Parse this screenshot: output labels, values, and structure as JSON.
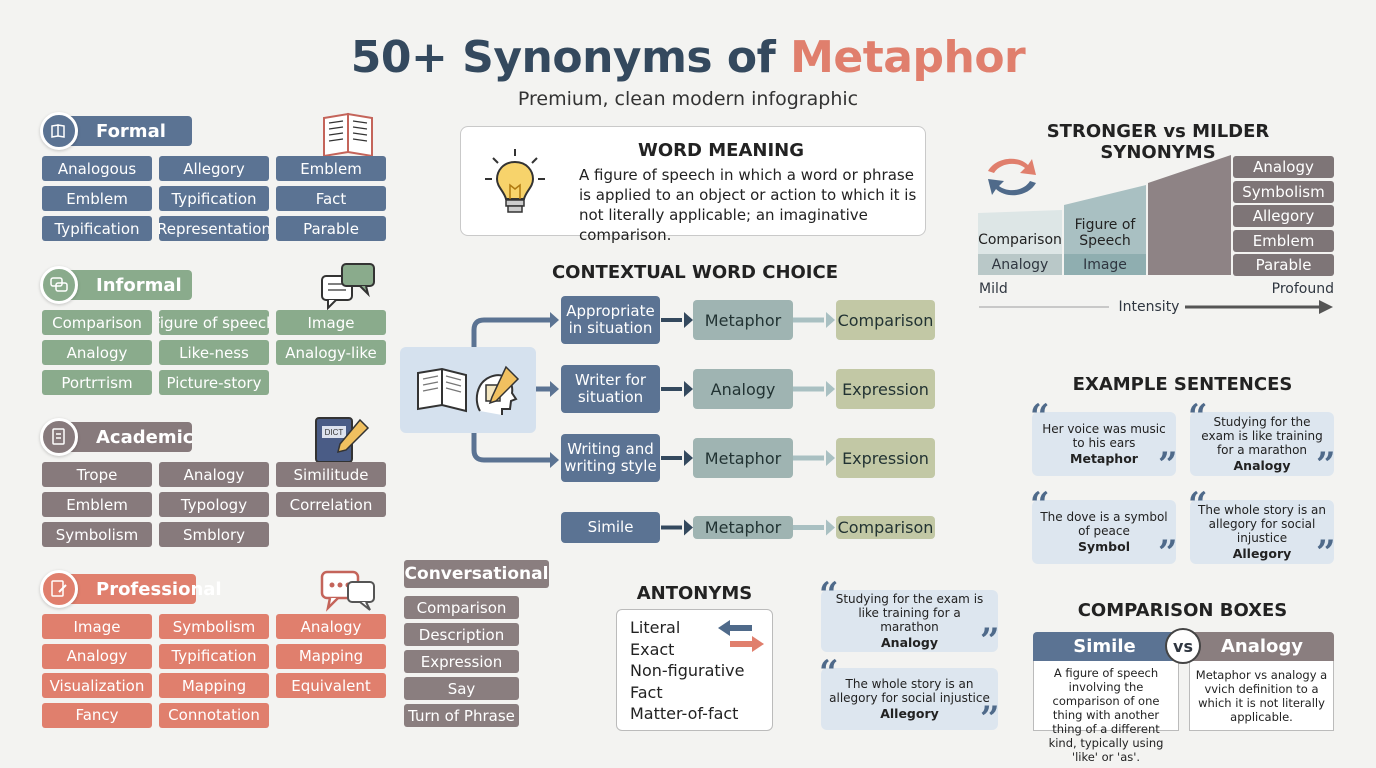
{
  "title": {
    "main": "50+ Synonyms of",
    "accent": "Metaphor"
  },
  "subtitle": "Premium, clean modern infographic",
  "categories": [
    {
      "name": "Formal",
      "color": "#5b7393",
      "icon": "book-icon",
      "big_icon": "open-book-icon",
      "items": [
        "Analogous",
        "Allegory",
        "Emblem",
        "Emblem",
        "Typification",
        "Fact",
        "Typification",
        "Representation",
        "Parable"
      ]
    },
    {
      "name": "Informal",
      "color": "#8aab8c",
      "icon": "chat-bubbles-icon",
      "big_icon": "speech-bubbles-icon",
      "items": [
        "Comparison",
        "Figure of speech",
        "Image",
        "Analogy",
        "Like-ness",
        "Analogy-like",
        "Portrтism",
        "Picture-story"
      ]
    },
    {
      "name": "Academic",
      "color": "#877a7c",
      "icon": "document-icon",
      "big_icon": "dictionary-icon",
      "big_icon_text": "DICT",
      "items": [
        "Trope",
        "Analogy",
        "Similitude",
        "Emblem",
        "Typology",
        "Correlation",
        "Symbolism",
        "Smblory"
      ]
    },
    {
      "name": "Professional",
      "color": "#e07f6d",
      "icon": "notes-icon",
      "big_icon": "chat-ellipsis-icon",
      "items": [
        "Image",
        "Symbolism",
        "Analogy",
        "Analogy",
        "Typification",
        "Mapping",
        "Visualization",
        "Mapping",
        "Equivalent",
        "Fancy",
        "Connotation"
      ]
    }
  ],
  "word_meaning": {
    "title": "WORD MEANING",
    "text": "A figure of speech in which a word or phrase is applied to an object or action to which it is not literally applicable; an imaginative comparison.",
    "icon": "lightbulb-icon"
  },
  "contextual": {
    "title": "CONTEXTUAL WORD CHOICE",
    "icon": "book-writing-icon",
    "rows": [
      {
        "context": "Appropriate in situation",
        "word": "Metaphor",
        "result": "Comparison"
      },
      {
        "context": "Writer for situation",
        "word": "Analogy",
        "result": "Expression"
      },
      {
        "context": "Writing and writing style",
        "word": "Metaphor",
        "result": "Expression"
      },
      {
        "context": "Simile",
        "word": "Metaphor",
        "result": "Comparison"
      }
    ]
  },
  "conversational": {
    "title": "Conversational",
    "items": [
      "Comparison",
      "Description",
      "Expression",
      "Say",
      "Turn of Phrase"
    ]
  },
  "antonyms": {
    "title": "ANTONYMS",
    "items": [
      "Literal",
      "Exact",
      "Non-figurative",
      "Fact",
      "Matter-of-fact"
    ],
    "icon": "swap-arrows-icon"
  },
  "center_examples": [
    {
      "text": "Studying for the exam is like training for a marathon",
      "tag": "Analogy"
    },
    {
      "text": "The whole story is an allegory for social injustice",
      "tag": "Allegory"
    }
  ],
  "stronger_milder": {
    "title": "STRONGER vs MILDER SYNONYMS",
    "mild_label": "Mild",
    "profound_label": "Profound",
    "intensity_label": "Intensity",
    "step1_labels": [
      "Comparison",
      "Analogy"
    ],
    "step2_labels": [
      "Figure of Speech",
      "Image"
    ],
    "right_items": [
      "Analogy",
      "Symbolism",
      "Allegory",
      "Emblem",
      "Parable"
    ],
    "icon": "cycle-arrows-icon"
  },
  "example_sentences": {
    "title": "EXAMPLE SENTENCES",
    "items": [
      {
        "text": "Her voice was music to his ears",
        "tag": "Metaphor"
      },
      {
        "text": "Studying for the exam is like training for a marathon",
        "tag": "Analogy"
      },
      {
        "text": "The dove is a symbol of peace",
        "tag": "Symbol"
      },
      {
        "text": "The whole story is an allegory for social injustice",
        "tag": "Allegory"
      }
    ]
  },
  "comparison_boxes": {
    "title": "COMPARISON BOXES",
    "left": {
      "head": "Simile",
      "body": "A figure of speech involving the comparison of one thing with another thing of a different kind, typically using 'like' or 'as'."
    },
    "vs": "vs",
    "right": {
      "head": "Analogy",
      "body": "Metaphor vs analogy a vvich definition to a which it is not literally applicable."
    }
  }
}
